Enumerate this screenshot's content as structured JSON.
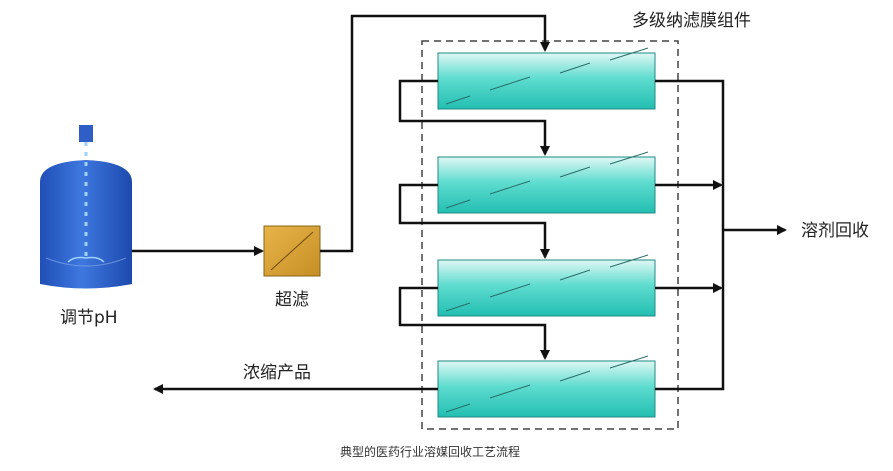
{
  "diagram": {
    "module_group_label": "多级纳滤膜组件",
    "tank_label": "调节pH",
    "prefilter_label": "超滤",
    "solvent_label": "溶剂回收",
    "concentrate_label": "浓缩产品",
    "caption": "典型的医药行业溶媒回收工艺流程"
  },
  "colors": {
    "membrane": "#3fd3c6",
    "ultrafilter": "#d9a43a",
    "tank": "#2f63c9",
    "line": "#111111",
    "dashed_box": "#444444"
  },
  "icons": [
    "tank-icon",
    "ultrafilter-icon",
    "membrane-module-icon"
  ]
}
